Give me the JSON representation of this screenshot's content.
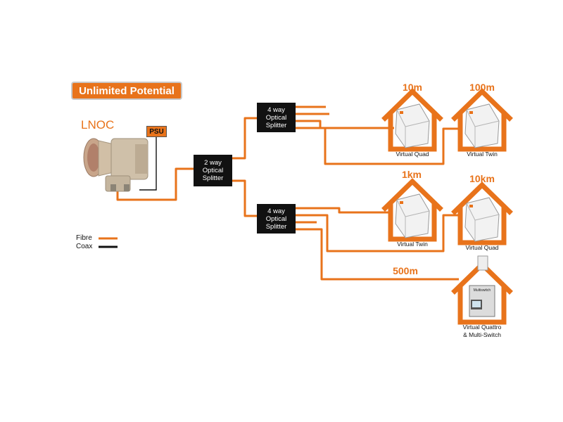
{
  "title": "Unlimited Potential",
  "lnoc_label": "LNOC",
  "psu_label": "PSU",
  "splitters": {
    "two_way": "2 way\nOptical\nSplitter",
    "four_way_top": "4 way\nOptical\nSplitter",
    "four_way_bottom": "4 way\nOptical\nSplitter"
  },
  "houses": [
    {
      "distance": "10m",
      "caption": "Virtual Quad"
    },
    {
      "distance": "100m",
      "caption": "Virtual Twin"
    },
    {
      "distance": "1km",
      "caption": "Virtual Twin"
    },
    {
      "distance": "10km",
      "caption": "Virtual Quad"
    },
    {
      "distance": "500m",
      "caption": "Virtual Quattro\n& Multi-Switch"
    }
  ],
  "multiswitch_label": "Multiswitch",
  "legend": {
    "fibre": {
      "label": "Fibre",
      "color": "#e8731b"
    },
    "coax": {
      "label": "Coax",
      "color": "#111111"
    }
  },
  "colors": {
    "accent": "#e8731b",
    "splitter": "#111111"
  }
}
